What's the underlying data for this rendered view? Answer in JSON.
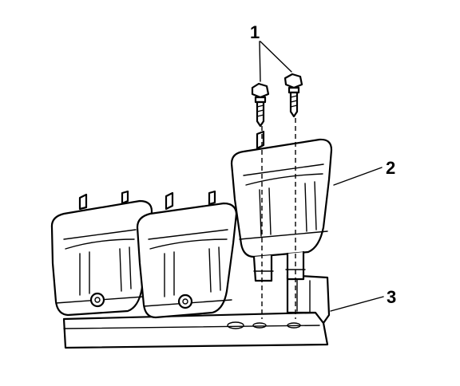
{
  "callouts": {
    "fasteners": "1",
    "coil": "2",
    "bracket": "3"
  },
  "colors": {
    "ink": "#000000",
    "paper": "#ffffff"
  }
}
